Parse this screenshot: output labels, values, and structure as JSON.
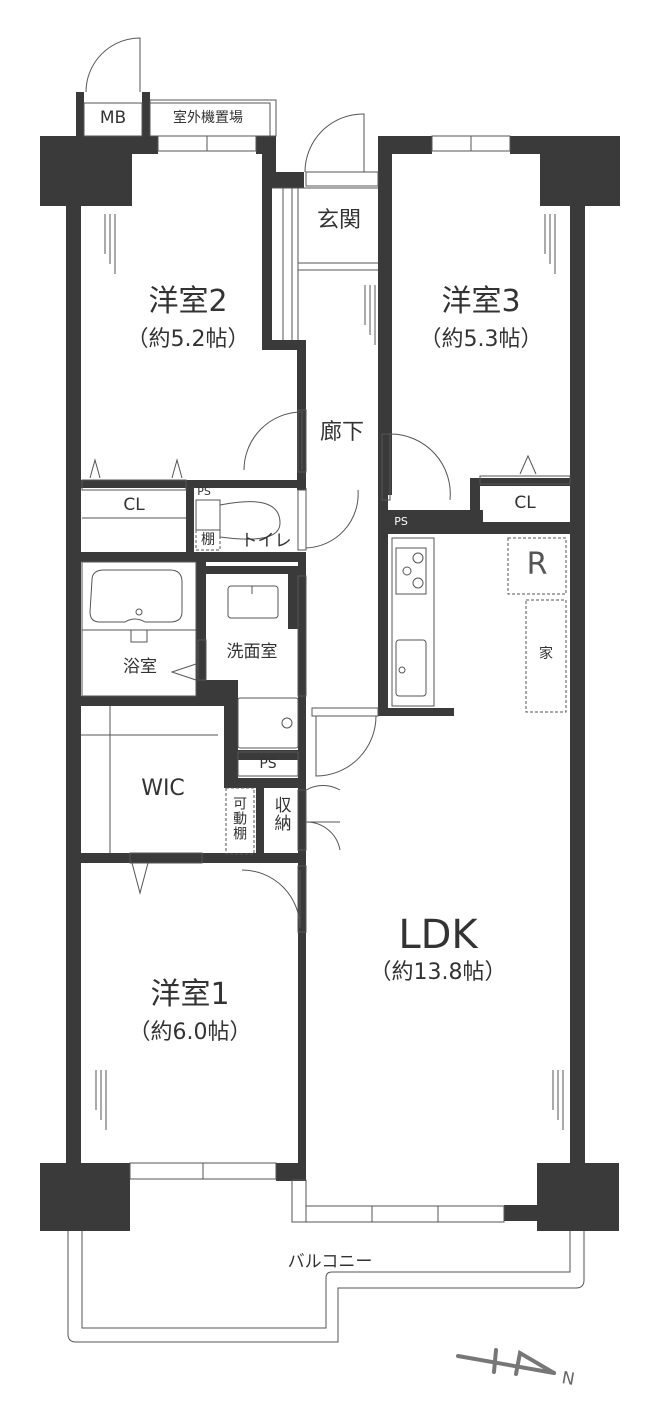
{
  "floor_plan": {
    "rooms": {
      "western_room_2": {
        "name": "洋室2",
        "area": "（約5.2帖）"
      },
      "western_room_3": {
        "name": "洋室3",
        "area": "（約5.3帖）"
      },
      "western_room_1": {
        "name": "洋室1",
        "area": "（約6.0帖）"
      },
      "ldk": {
        "name": "LDK",
        "area": "（約13.8帖）"
      },
      "entrance": {
        "name": "玄関"
      },
      "hallway": {
        "name": "廊下"
      },
      "toilet": {
        "name": "トイレ"
      },
      "bathroom": {
        "name": "浴室"
      },
      "washroom": {
        "name": "洗面室"
      },
      "wic": {
        "name": "WIC"
      },
      "balcony": {
        "name": "バルコニー"
      }
    },
    "fixtures": {
      "meter_box": "MB",
      "outdoor_unit_space": "室外機置場",
      "closet_2": "CL",
      "closet_3": "CL",
      "pipe_space_toilet": "PS",
      "pipe_space_kitchen": "PS",
      "pipe_space_wash": "PS",
      "toilet_shelf": "棚",
      "movable_shelf": "可動棚",
      "storage": "収納",
      "refrigerator": "R",
      "appliance": "家"
    },
    "compass": {
      "label": "N"
    },
    "colors": {
      "wall": "#3a3a3a",
      "line": "#555555",
      "background": "#ffffff"
    }
  }
}
